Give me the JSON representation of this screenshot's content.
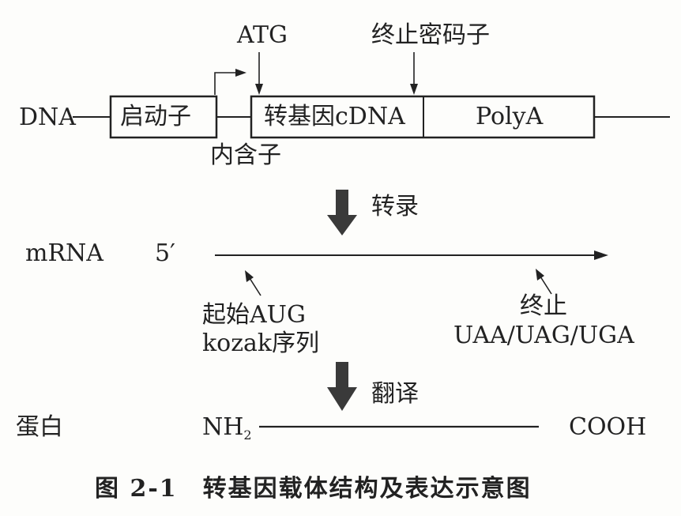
{
  "dna": {
    "label": "DNA",
    "promoter": "启动子",
    "intron": "内含子",
    "atg": "ATG",
    "stop_codon": "终止密码子",
    "transgene": "转基因cDNA",
    "polya": "PolyA"
  },
  "steps": {
    "transcription": "转录",
    "translation": "翻译"
  },
  "mrna": {
    "label": "mRNA",
    "five_prime": "5′",
    "start_label": "起始AUG",
    "kozak_label": "kozak序列",
    "stop_label": "终止",
    "stop_codons": "UAA/UAG/UGA"
  },
  "protein": {
    "label": "蛋白",
    "n_terminus": "NH",
    "n_terminus_sub": "2",
    "c_terminus": "COOH"
  },
  "caption": "图 2-1　转基因载体结构及表达示意图",
  "colors": {
    "ink": "#222222",
    "arrow": "#3a3a3a",
    "background": "#fdfdfb"
  }
}
